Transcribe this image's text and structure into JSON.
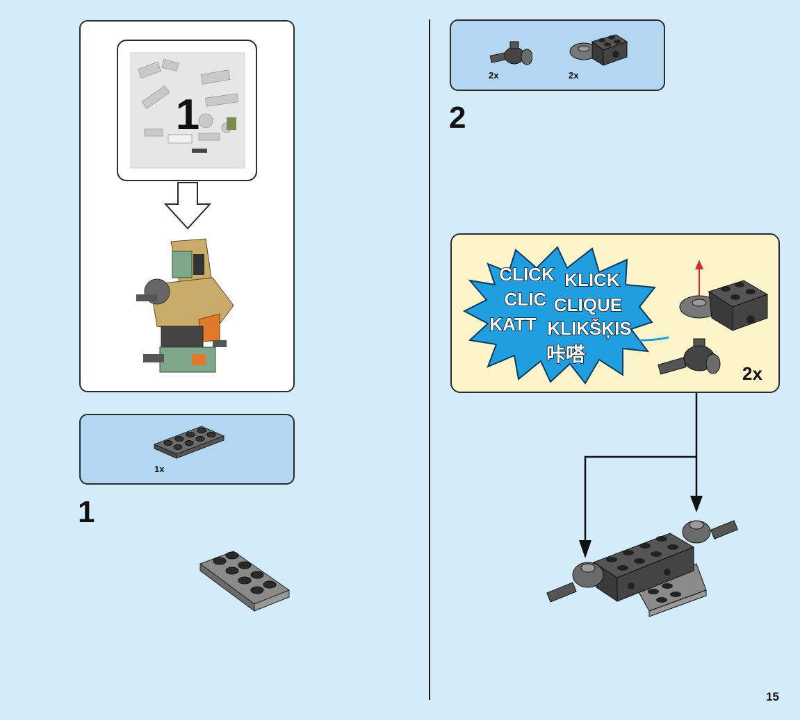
{
  "page": {
    "number": "15"
  },
  "bag": {
    "number": "1"
  },
  "step1": {
    "number": "1",
    "parts": [
      {
        "qty": "1x",
        "part": "plate-2x4-dark-grey"
      }
    ]
  },
  "step2": {
    "number": "2",
    "parts": [
      {
        "qty": "2x",
        "part": "ball-joint-socket"
      },
      {
        "qty": "2x",
        "part": "brick-2x2-with-ball-cup"
      }
    ]
  },
  "callout": {
    "sounds": {
      "click": "CLICK",
      "klick": "KLICK",
      "clic": "CLIC",
      "clique": "CLIQUE",
      "katt": "KATT",
      "klikskis": "KLIKŠĶIS",
      "chinese": "咔嗒"
    },
    "qty": "2x"
  },
  "colors": {
    "background": "#d4ebf9",
    "parts_box": "#b3d7f0",
    "callout": "#fdf4cc",
    "burst": "#1f9ee0",
    "arrow_red": "#d62b2b"
  }
}
